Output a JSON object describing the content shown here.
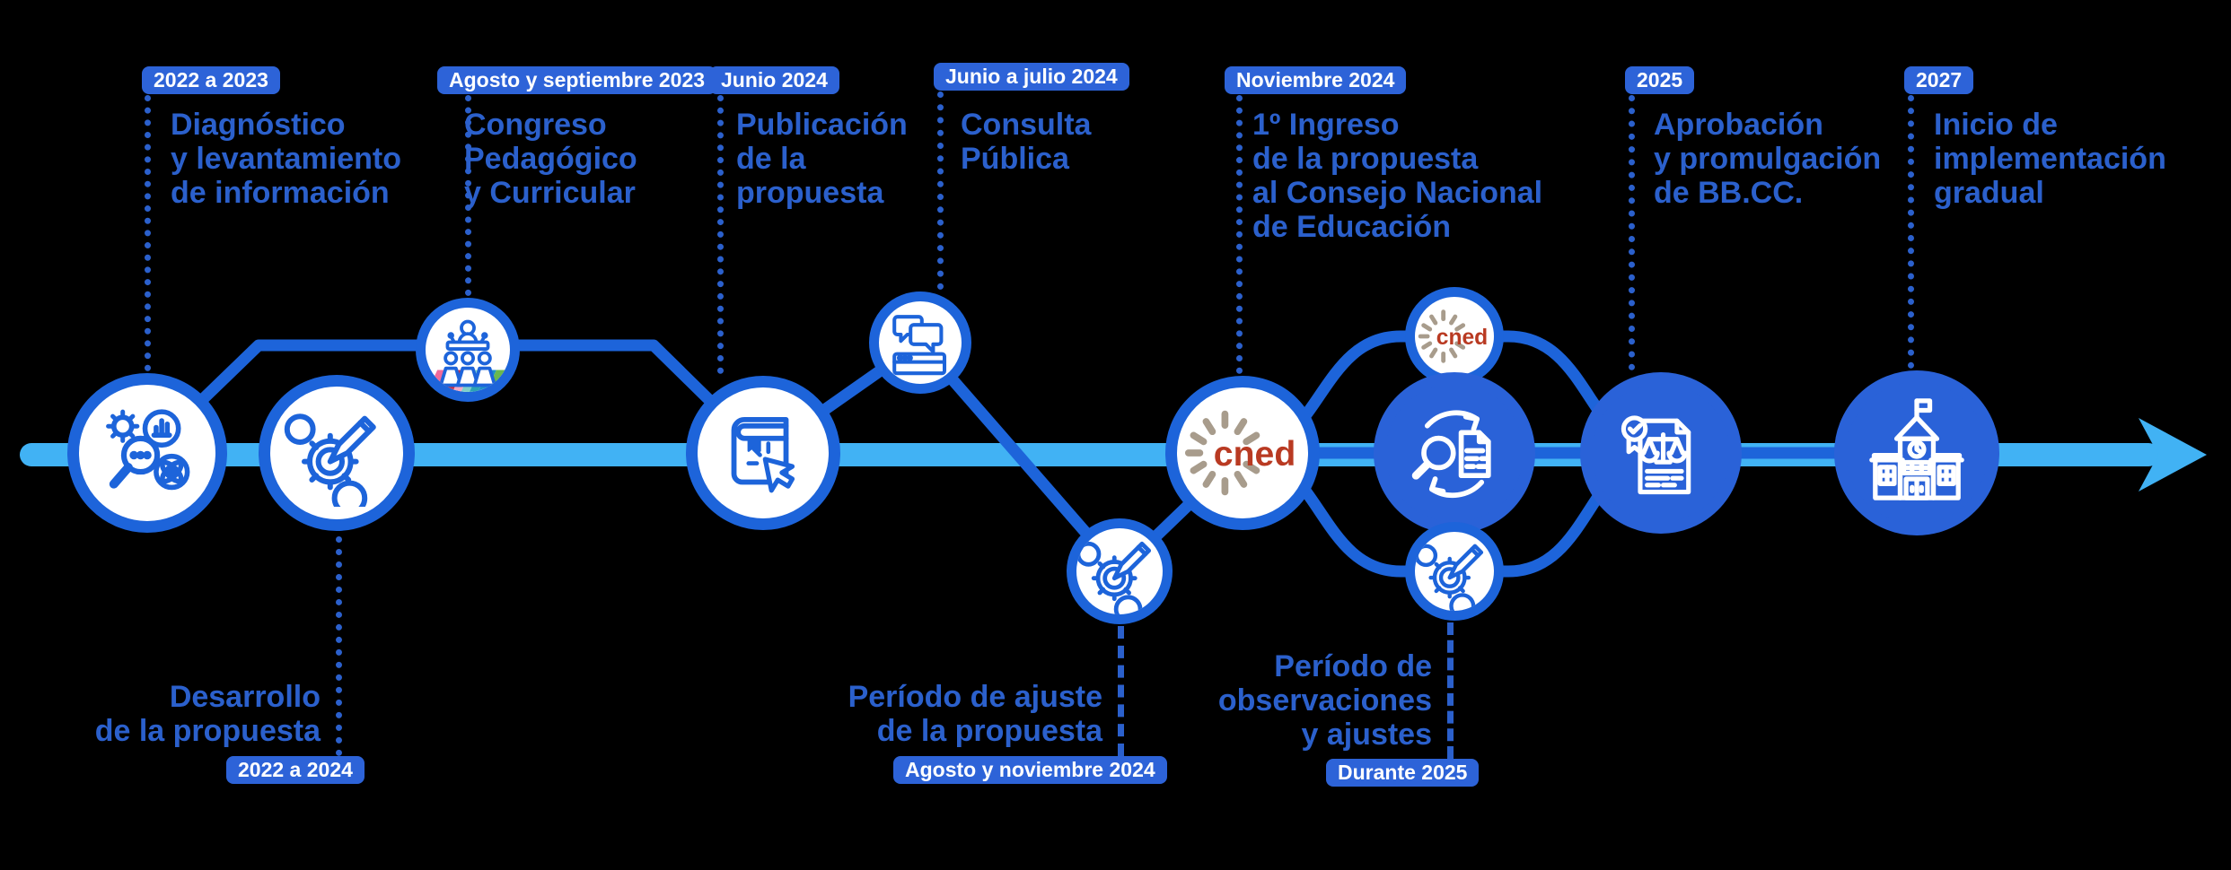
{
  "palette": {
    "band_blue": "#41b2f4",
    "ring_blue": "#1d64da",
    "solid_blue": "#2a62d8",
    "text_blue": "#2b60cc",
    "badge_blue": "#2d63d8",
    "cned_red": "#b93a22",
    "cned_dash_gray": "#a89c8c",
    "rainbow": [
      "#f06a9b",
      "#e8435a",
      "#c62f45",
      "#f6a8c4",
      "#7fd0c9",
      "#2ba3b4",
      "#1e90c8",
      "#69b84e",
      "#9ccc65"
    ]
  },
  "timeline": {
    "direction": "left-to-right",
    "arrow": "right-arrow"
  },
  "cned_label": "cned",
  "milestones": [
    {
      "badge": "2022 a 2023",
      "title": "Diagnóstico\ny levantamiento\nde información",
      "icon": "research-icon",
      "position": "above"
    },
    {
      "badge": "Agosto y septiembre 2023",
      "title": "Congreso\nPedagógico\ny Curricular",
      "icon": "congress-icon",
      "position": "above"
    },
    {
      "badge": "Junio 2024",
      "title": "Publicación\nde la\npropuesta",
      "icon": "book-click-icon",
      "position": "above"
    },
    {
      "badge": "Junio a julio 2024",
      "title": "Consulta\nPública",
      "icon": "chat-bubbles-icon",
      "position": "above"
    },
    {
      "badge": "Noviembre 2024",
      "title": "1º Ingreso\nde la propuesta\nal Consejo Nacional\nde Educación",
      "icon": "cned-logo",
      "position": "above"
    },
    {
      "badge": "2025",
      "title": "Aprobación\ny promulgación\nde BB.CC.",
      "icon": "approval-scales-icon",
      "position": "above"
    },
    {
      "badge": "2027",
      "title": "Inicio de\nimplementación\ngradual",
      "icon": "school-icon",
      "position": "above"
    },
    {
      "badge": "2022 a 2024",
      "title": "Desarrollo\nde la propuesta",
      "icon": "gear-pencil-icon",
      "position": "below"
    },
    {
      "badge": "Agosto y noviembre 2024",
      "title": "Período de ajuste\nde la propuesta",
      "icon": "gear-pencil-icon",
      "position": "below"
    },
    {
      "badge": "Durante 2025",
      "title": "Período de\nobservaciones\ny ajustes",
      "icon": "review-cycle-icon",
      "position": "below"
    }
  ]
}
